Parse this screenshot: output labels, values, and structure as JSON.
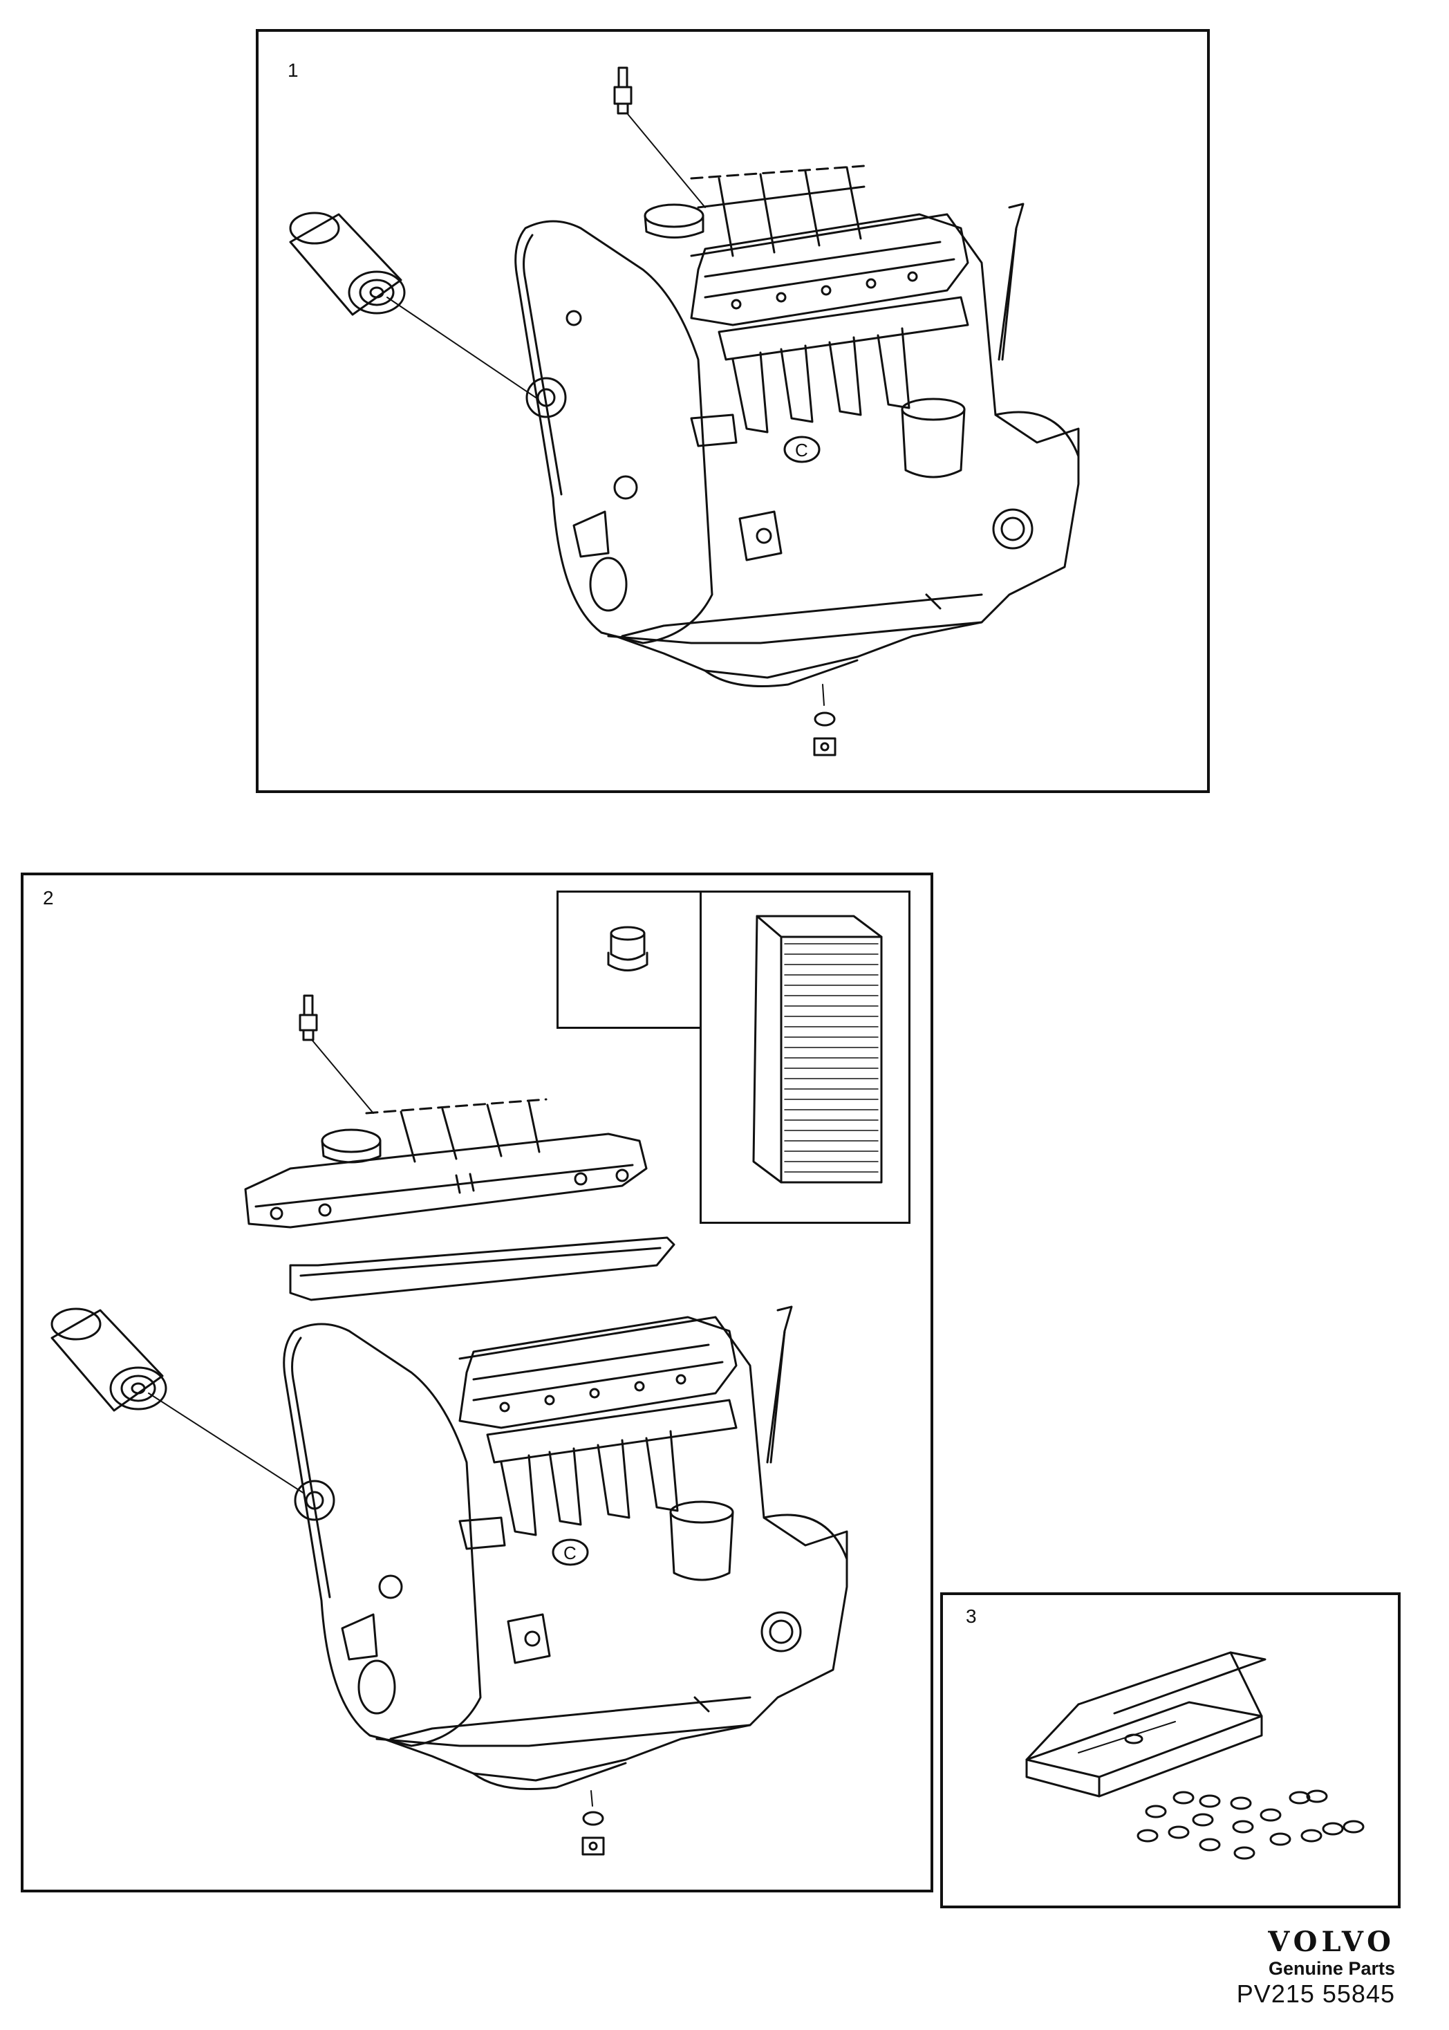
{
  "panels": [
    {
      "number": "1"
    },
    {
      "number": "2"
    },
    {
      "number": "3"
    }
  ],
  "brand": {
    "logo": "VOLVO",
    "tagline": "Genuine Parts",
    "code": "PV215  55845"
  }
}
